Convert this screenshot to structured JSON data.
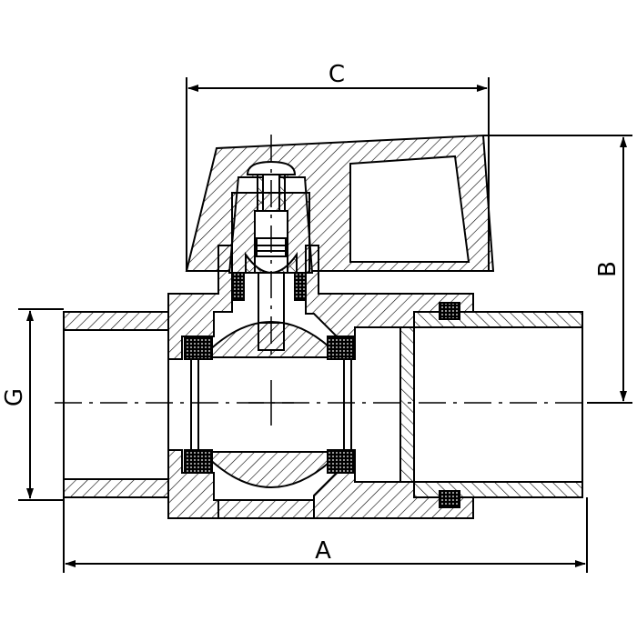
{
  "dimension_labels": {
    "a": "A",
    "b": "B",
    "c": "C",
    "g": "G"
  },
  "colors": {
    "line": "#000000",
    "background": "#ffffff"
  }
}
